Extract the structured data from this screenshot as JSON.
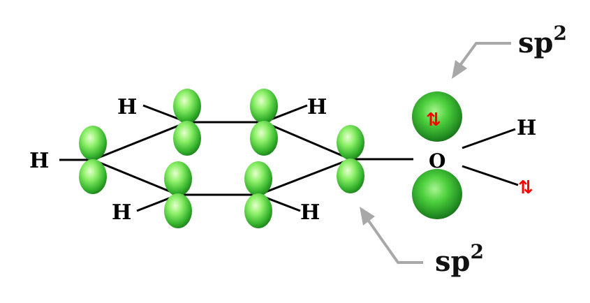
{
  "diagram": {
    "atoms": {
      "h_left": "H",
      "h_top_left": "H",
      "h_top_right": "H",
      "h_bottom_left": "H",
      "h_bottom_right": "H",
      "oxygen": "O",
      "h_oxygen": "H"
    },
    "hybridization_labels": {
      "top": {
        "base": "sp",
        "superscript": "2"
      },
      "bottom": {
        "base": "sp",
        "superscript": "2"
      }
    },
    "lone_pair_marks": {
      "in_orbital": "⇅",
      "beside_oxygen": "⇅"
    },
    "colors": {
      "orbital_light": "#c8f7a0",
      "orbital_mid": "#5fd94a",
      "orbital_dark": "#1f8a1f",
      "spin_arrows": "#ff0000",
      "callout_arrow": "#a8a8a8",
      "bond": "#000000"
    }
  }
}
